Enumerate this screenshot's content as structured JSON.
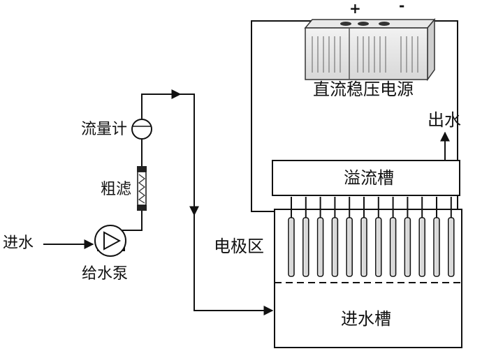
{
  "labels": {
    "power_supply": "直流稳压电源",
    "plus": "+",
    "minus": "-",
    "outlet": "出水",
    "overflow_tank": "溢流槽",
    "electrode_zone": "电极区",
    "inlet_tank": "进水槽",
    "flowmeter": "流量计",
    "coarse_filter": "粗滤",
    "water_in": "进水",
    "feed_pump": "给水泵"
  },
  "electrode_count": 12
}
